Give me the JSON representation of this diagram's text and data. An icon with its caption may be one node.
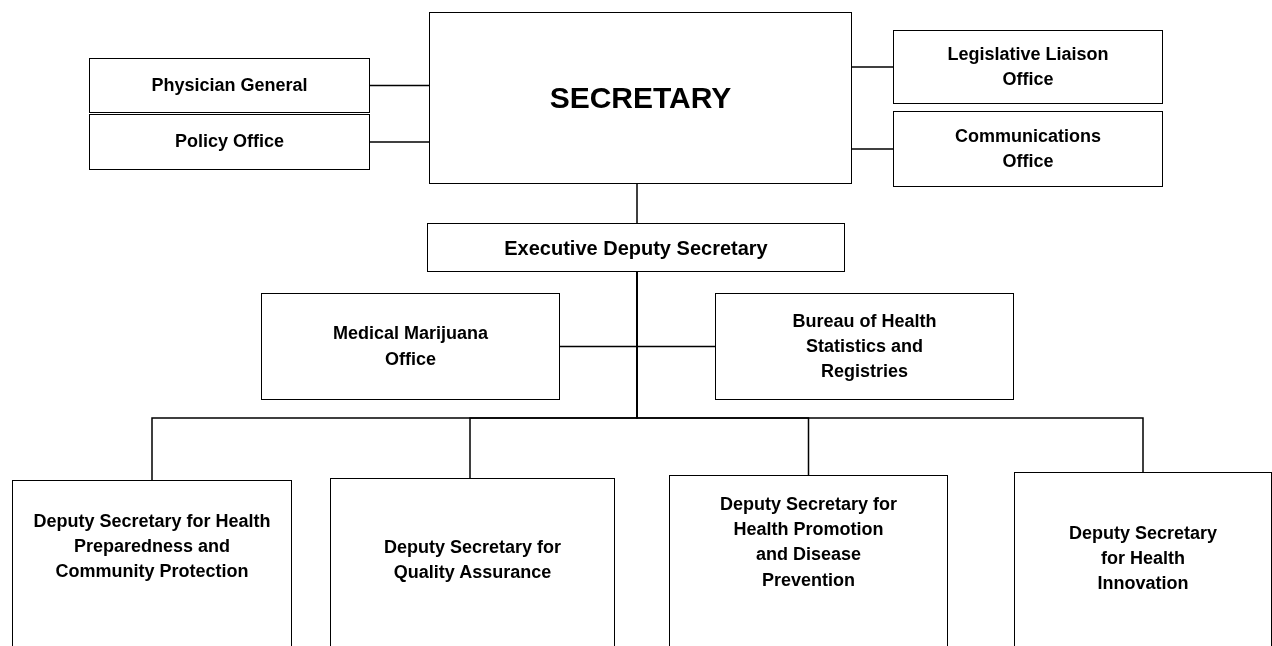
{
  "diagram": {
    "nodes": [
      {
        "text": [
          "Physician General"
        ]
      },
      {
        "text": [
          "SECRETARY"
        ]
      },
      {
        "text": [
          "Legislative Liaison Office"
        ]
      },
      {
        "text": [
          "Policy Office"
        ]
      },
      {
        "text": [
          "Communications Office"
        ]
      },
      {
        "text": [
          "Executive Deputy Secretary"
        ]
      },
      {
        "text": [
          "Medical Marijuana Office"
        ]
      },
      {
        "text": [
          "Bureau of Health Statistics and Registries"
        ]
      },
      {
        "text": [
          "Deputy Secretary for Health Preparedness and Community Protection"
        ]
      },
      {
        "text": [
          "Deputy Secretary for Quality Assurance"
        ]
      },
      {
        "text": [
          "Deputy Secretary for Health Promotion and Disease Prevention"
        ]
      },
      {
        "text": [
          "Deputy Secretary for Health Innovation"
        ]
      }
    ],
    "edges": [
      {
        "from": 1,
        "to": 0,
        "arrow": "none"
      },
      {
        "from": 1,
        "to": 2,
        "arrow": "none"
      },
      {
        "from": 1,
        "to": 3,
        "arrow": "none"
      },
      {
        "from": 1,
        "to": 4,
        "arrow": "none"
      },
      {
        "from": 1,
        "to": 5,
        "arrow": "none"
      },
      {
        "from": 5,
        "to": 6,
        "arrow": "none"
      },
      {
        "from": 5,
        "to": 7,
        "arrow": "none"
      },
      {
        "from": 5,
        "to": 8,
        "arrow": "none"
      },
      {
        "from": 5,
        "to": 9,
        "arrow": "none"
      },
      {
        "from": 5,
        "to": 10,
        "arrow": "none"
      },
      {
        "from": 5,
        "to": 11,
        "arrow": "none"
      }
    ]
  }
}
